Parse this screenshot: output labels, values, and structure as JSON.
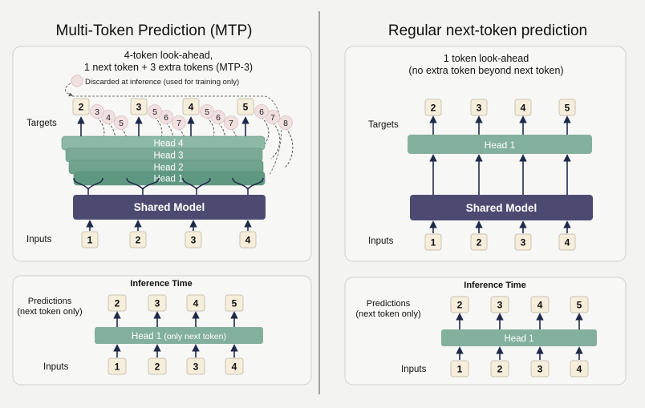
{
  "left": {
    "title": "Multi-Token Prediction (MTP)",
    "lookahead_line1": "4-token look-ahead,",
    "lookahead_line2": "1 next token + 3 extra tokens (MTP-3)",
    "discard_note": "Discarded at inference (used for training only)",
    "targets_label": "Targets",
    "inputs_label": "Inputs",
    "shared_model": "Shared Model",
    "heads": [
      "Head 1",
      "Head 2",
      "Head 3",
      "Head 4"
    ],
    "inputs": [
      "1",
      "2",
      "3",
      "4"
    ],
    "target_groups": [
      {
        "main": "2",
        "extra": [
          "3",
          "4",
          "5"
        ]
      },
      {
        "main": "3",
        "extra": [
          "5",
          "6",
          "7"
        ]
      },
      {
        "main": "4",
        "extra": [
          "5",
          "6",
          "7"
        ]
      },
      {
        "main": "5",
        "extra": [
          "6",
          "7",
          "8"
        ]
      }
    ],
    "inference": {
      "title": "Inference Time",
      "predictions_label_line1": "Predictions",
      "predictions_label_line2": "(next token only)",
      "head_label": "Head 1",
      "head_note": "(only next token)",
      "inputs_label": "Inputs",
      "predictions": [
        "2",
        "3",
        "4",
        "5"
      ],
      "inputs": [
        "1",
        "2",
        "3",
        "4"
      ]
    }
  },
  "right": {
    "title": "Regular next-token prediction",
    "lookahead_line1": "1 token look-ahead",
    "lookahead_line2": "(no extra token beyond next token)",
    "targets_label": "Targets",
    "inputs_label": "Inputs",
    "head": "Head 1",
    "shared_model": "Shared Model",
    "targets": [
      "2",
      "3",
      "4",
      "5"
    ],
    "inputs": [
      "1",
      "2",
      "3",
      "4"
    ],
    "inference": {
      "title": "Inference Time",
      "predictions_label_line1": "Predictions",
      "predictions_label_line2": "(next token only)",
      "head_label": "Head 1",
      "inputs_label": "Inputs",
      "predictions": [
        "2",
        "3",
        "4",
        "5"
      ],
      "inputs": [
        "1",
        "2",
        "3",
        "4"
      ]
    }
  },
  "colors": {
    "background": "#f3f3f1",
    "panel": "#f7f7f5",
    "panel_border": "#cfcfcc",
    "token_fill": "#f6eedb",
    "token_border": "#c9c3b2",
    "model": "#4d4a72",
    "head": "#83b09c",
    "arrow": "#1f2a4a",
    "extra_token": "#f2dfe0"
  }
}
